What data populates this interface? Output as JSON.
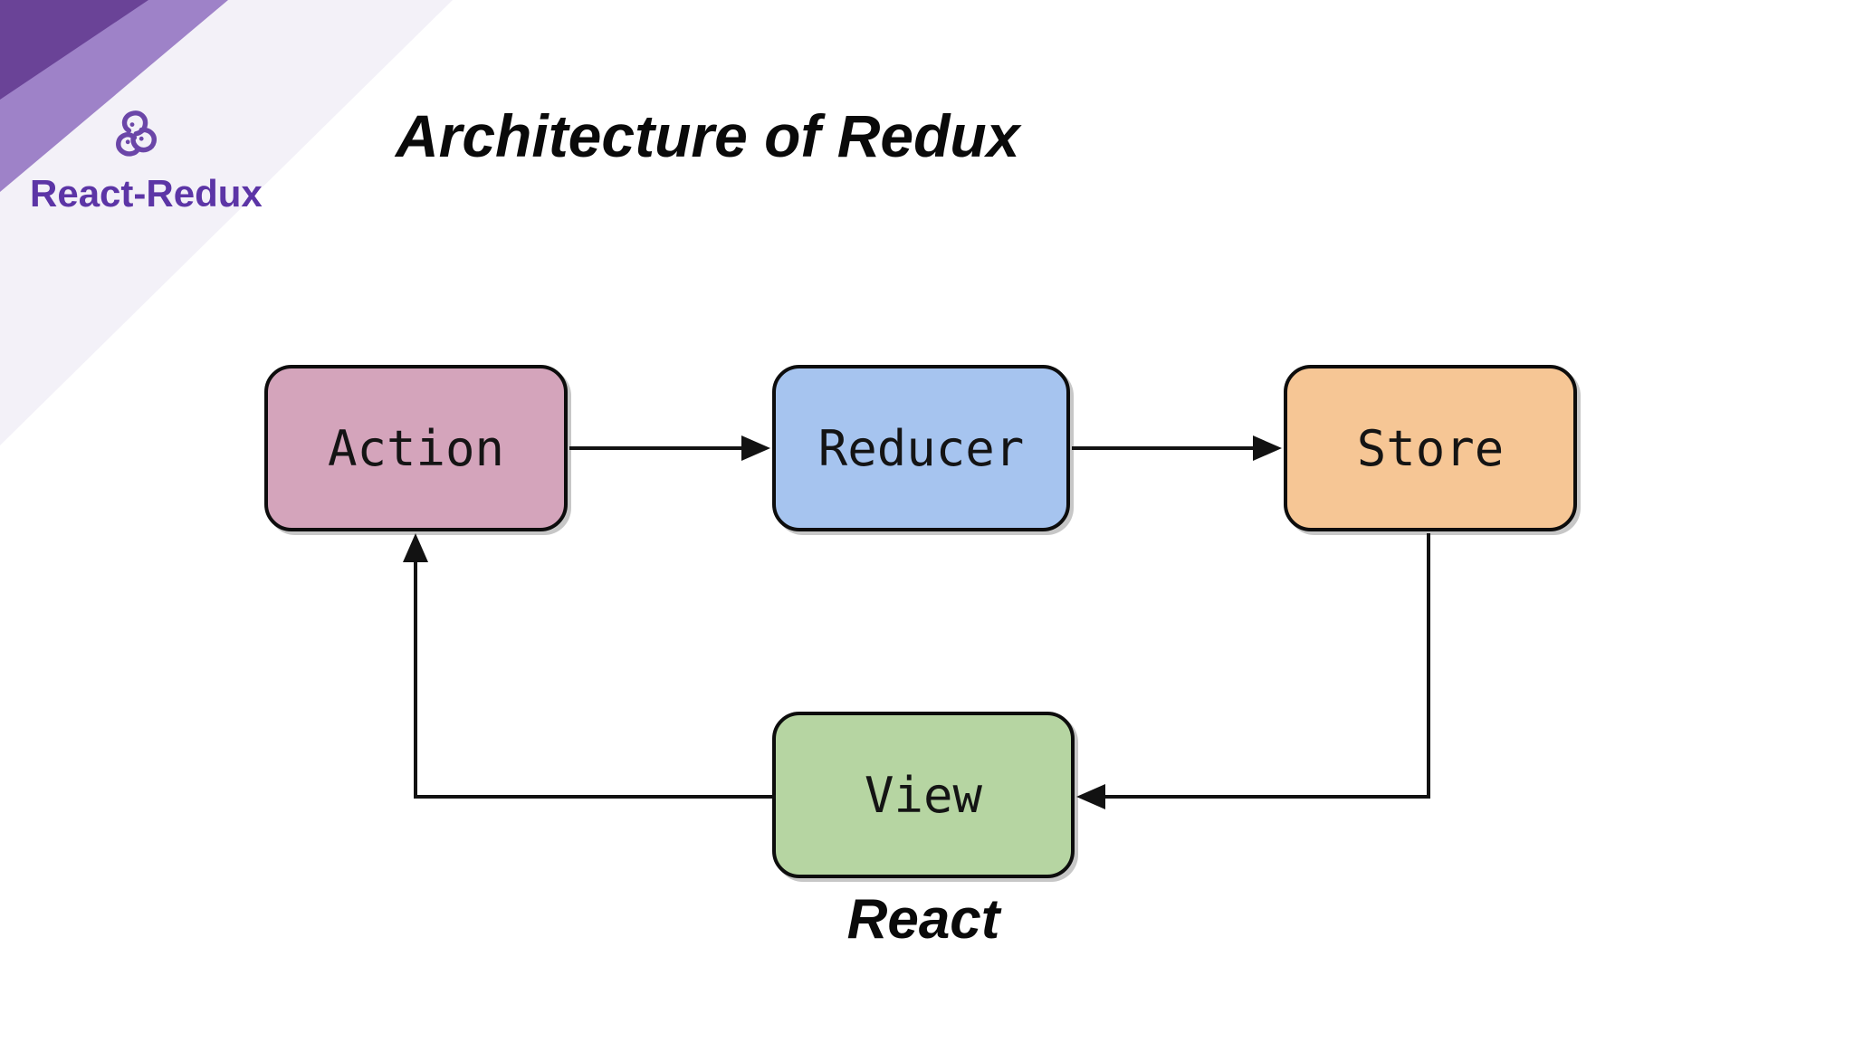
{
  "branding": {
    "product_name": "React-Redux",
    "brand_color": "#5c35a6",
    "logo_color": "#6b46a8",
    "stripe_dark": "#6a4397",
    "stripe_medium": "#9e82c8",
    "stripe_light": "#f3f1f8"
  },
  "header": {
    "title": "Architecture of Redux"
  },
  "diagram": {
    "nodes": [
      {
        "id": "action",
        "label": "Action",
        "fill": "#d4a4bb"
      },
      {
        "id": "reducer",
        "label": "Reducer",
        "fill": "#a6c4ef"
      },
      {
        "id": "store",
        "label": "Store",
        "fill": "#f6c695"
      },
      {
        "id": "view",
        "label": "View",
        "fill": "#b6d5a2"
      }
    ],
    "edges": [
      {
        "from": "action",
        "to": "reducer"
      },
      {
        "from": "reducer",
        "to": "store"
      },
      {
        "from": "store",
        "to": "view"
      },
      {
        "from": "view",
        "to": "action"
      }
    ],
    "caption": "React"
  }
}
